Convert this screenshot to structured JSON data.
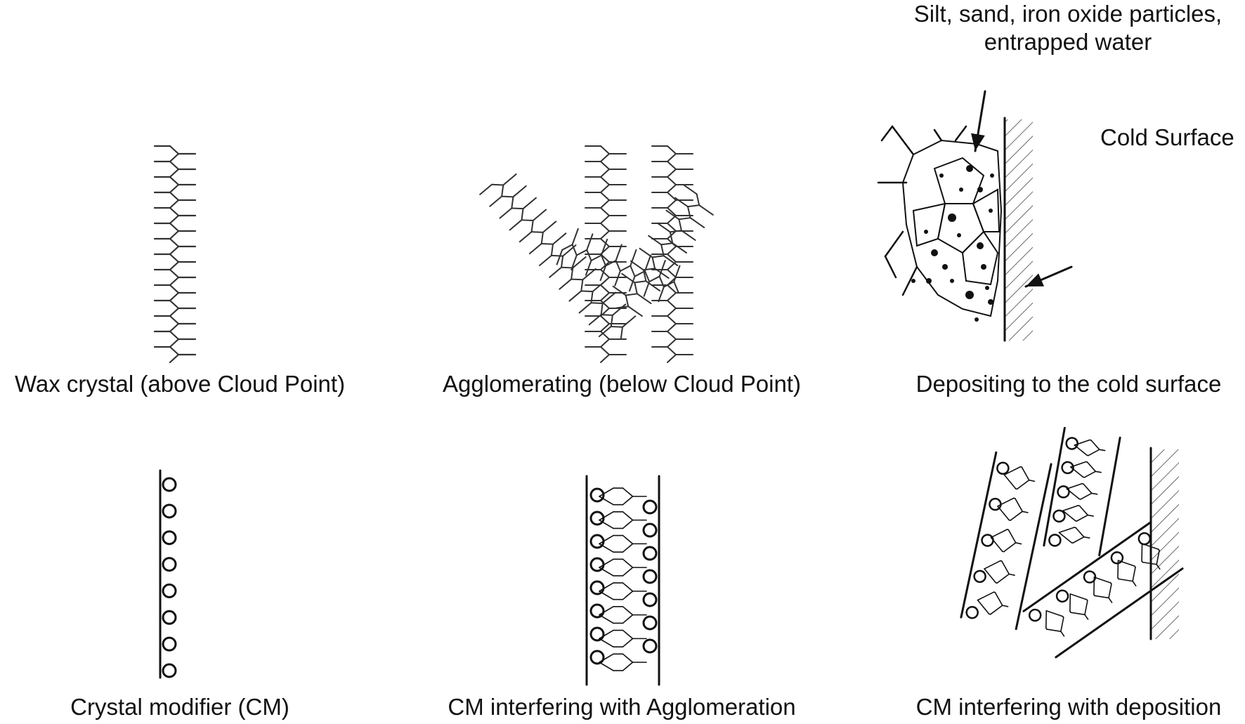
{
  "labels": {
    "silt_line1": "Silt, sand, iron oxide particles,",
    "silt_line2": "entrapped water",
    "cold_surface": "Cold Surface",
    "wax_crystal": "Wax crystal (above Cloud Point)",
    "agglomerating": "Agglomerating (below Cloud Point)",
    "depositing": "Depositing to the cold surface",
    "crystal_modifier": "Crystal modifier (CM)",
    "cm_agglomeration": "CM interfering with Agglomeration",
    "cm_deposition": "CM interfering with deposition"
  },
  "colors": {
    "ink": "#111111",
    "wax": "#333333",
    "background": "#ffffff"
  }
}
